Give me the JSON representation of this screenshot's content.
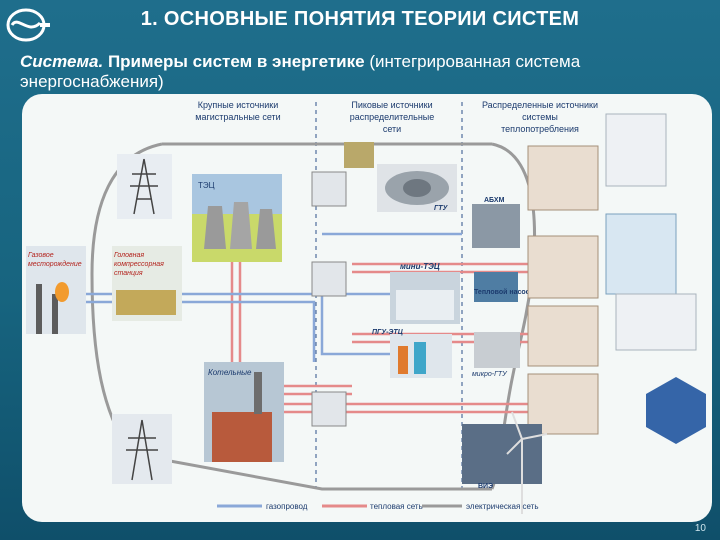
{
  "header": {
    "title": "1. ОСНОВНЫЕ ПОНЯТИЯ ТЕОРИИ СИСТЕМ",
    "logo_icon": "energy-logo-icon"
  },
  "subtitle": {
    "term": "Система.",
    "lead": "Примеры систем в энергетике",
    "rest": "(интегрированная система энергоснабжения)"
  },
  "diagram": {
    "columns": [
      {
        "line1": "Крупные источники",
        "line2": "магистральные сети",
        "line3": ""
      },
      {
        "line1": "Пиковые источники",
        "line2": "распределительные",
        "line3": "сети"
      },
      {
        "line1": "Распределенные источники",
        "line2": "системы",
        "line3": "теплопотребления"
      }
    ],
    "labels": {
      "tec": "ТЭЦ",
      "gas_field_1": "Газовое",
      "gas_field_2": "месторождение",
      "compressor_1": "Головная",
      "compressor_2": "компрессорная",
      "compressor_3": "станция",
      "gtu": "ГТУ",
      "abhm": "АБХМ",
      "mini_tec": "мини-ТЭЦ",
      "heat_pump": "Тепловой насос",
      "pgu": "ПГУ-ЭТЦ",
      "micro_gtu": "микро-ГТУ",
      "boiler": "Котельные",
      "vie": "ВИЭ"
    },
    "legend": {
      "gas": "газопровод",
      "heat": "тепловая сеть",
      "electric": "электрическая сеть"
    },
    "colors": {
      "gas": "#8aa8d8",
      "heat": "#e58a8a",
      "electric": "#9a9a9a"
    }
  },
  "footer": {
    "page_number": "10"
  }
}
